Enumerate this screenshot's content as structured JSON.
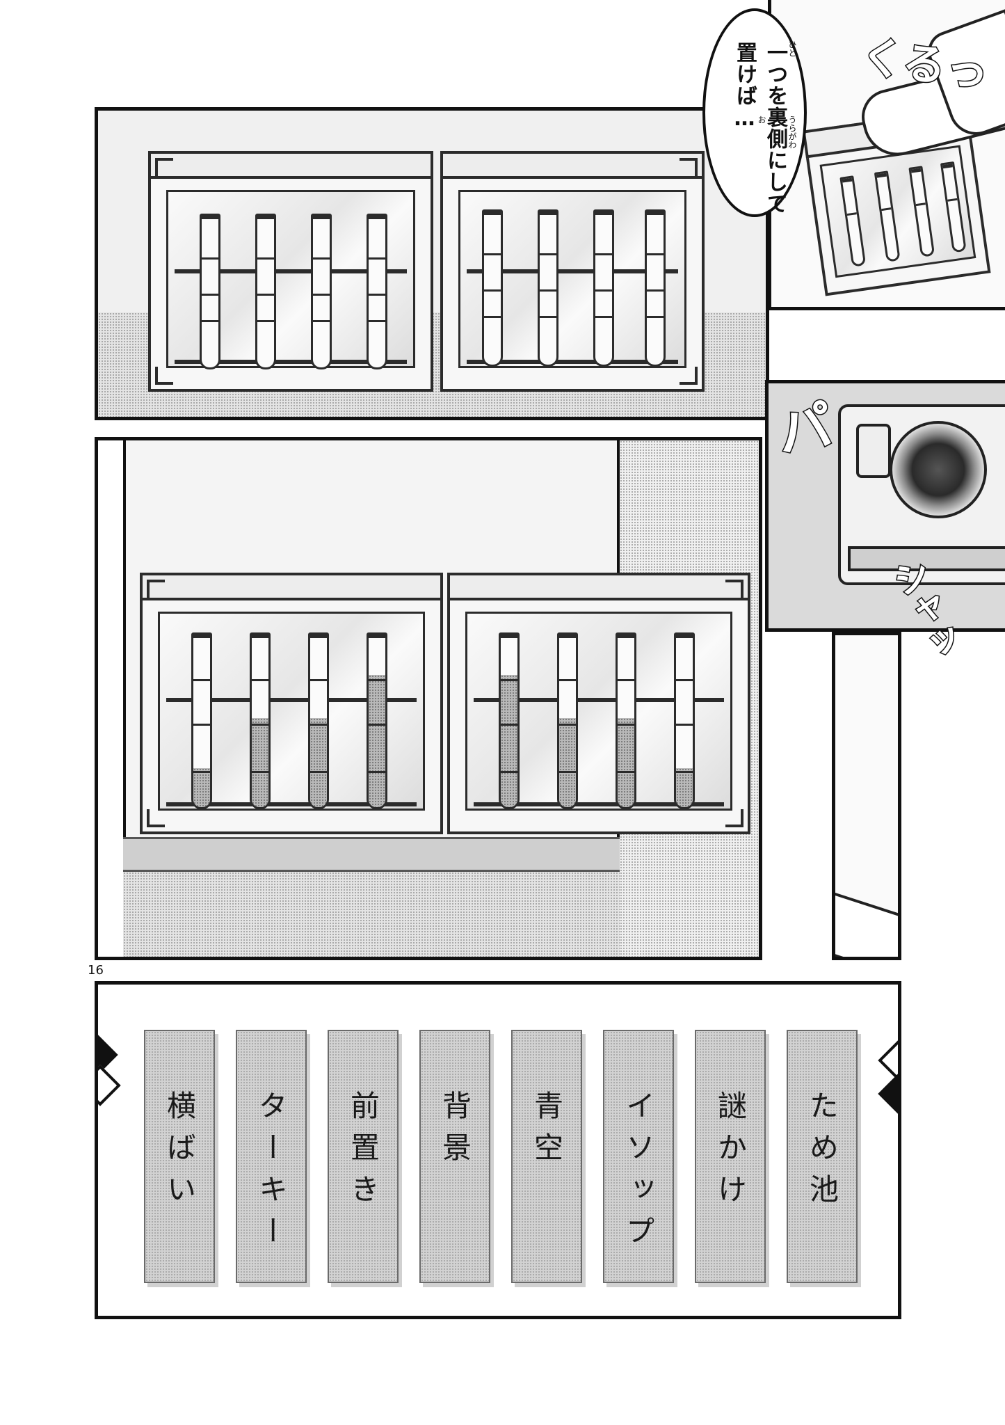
{
  "speech_bubble": {
    "line1": "一つを裏側に",
    "line2": "して置けば…",
    "ruby_hito": "ひと",
    "ruby_uragawa": "うらがわ",
    "ruby_o": "お"
  },
  "sound_effects": {
    "kururi": "くるっ",
    "pa": "パ",
    "shakya": "シャッ"
  },
  "page_number": "16",
  "keyword_cards": [
    "ため池",
    "謎かけ",
    "イソップ",
    "青空",
    "背景",
    "前置き",
    "ターキー",
    "横ばい"
  ]
}
